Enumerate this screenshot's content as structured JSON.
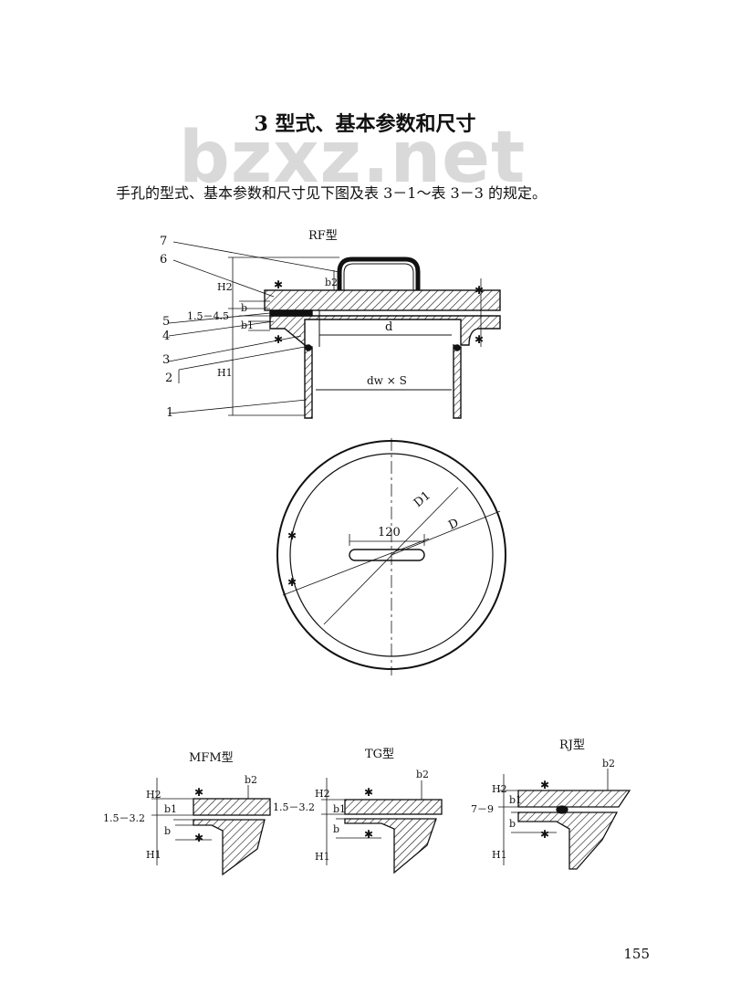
{
  "watermark": "bzxz.net",
  "heading": "3   型式、基本参数和尺寸",
  "intro": "手孔的型式、基本参数和尺寸见下图及表 3－1～表 3－3 的规定。",
  "page_number": "155",
  "rf": {
    "title": "RF型",
    "callouts": [
      "7",
      "6",
      "5",
      "4",
      "3",
      "2",
      "1"
    ],
    "gap": "1.5－4.5",
    "dim_h2": "H2",
    "dim_h1": "H1",
    "dim_b": "b",
    "dim_b1": "b1",
    "dim_b2": "b2",
    "dim_d": "d",
    "dim_dw": "dw × S",
    "plan_120": "120",
    "plan_d1": "D1",
    "plan_d": "D"
  },
  "mfm": {
    "title": "MFM型",
    "gap": "1.5－3.2",
    "h2": "H2",
    "h1": "H1",
    "b": "b",
    "b1": "b1",
    "b2": "b2"
  },
  "tg": {
    "title": "TG型",
    "gap": "1.5－3.2",
    "h2": "H2",
    "h1": "H1",
    "b": "b",
    "b1": "b1",
    "b2": "b2"
  },
  "rj": {
    "title": "RJ型",
    "gap": "7－9",
    "h2": "H2",
    "h1": "H1",
    "b": "b",
    "b1": "b1",
    "b2": "b2"
  }
}
